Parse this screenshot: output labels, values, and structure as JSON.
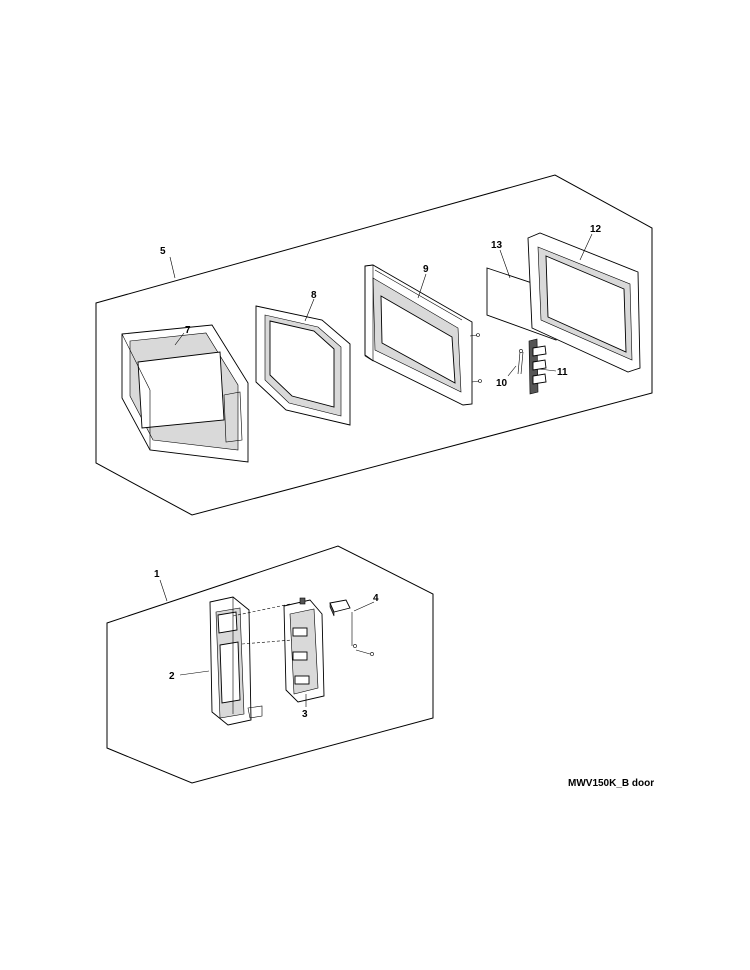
{
  "caption": "MWV150K_B door",
  "callouts": {
    "c1": "1",
    "c2": "2",
    "c3": "3",
    "c4": "4",
    "c5": "5",
    "c7": "7",
    "c8": "8",
    "c9": "9",
    "c10": "10",
    "c11": "11",
    "c12": "12",
    "c13": "13"
  }
}
